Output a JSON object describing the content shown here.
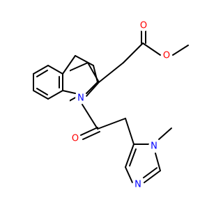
{
  "molecule": {
    "atoms": {
      "ester_O_methoxy": {
        "symbol": "O",
        "color": "#ff0000"
      },
      "ester_O_carbonyl": {
        "symbol": "O",
        "color": "#ff0000"
      },
      "indoline_N": {
        "symbol": "N",
        "color": "#0000ff"
      },
      "amide_O": {
        "symbol": "O",
        "color": "#ff0000"
      },
      "imidazole_N_methyl": {
        "symbol": "N",
        "color": "#0000ff"
      },
      "imidazole_N": {
        "symbol": "N",
        "color": "#0000ff"
      }
    }
  }
}
